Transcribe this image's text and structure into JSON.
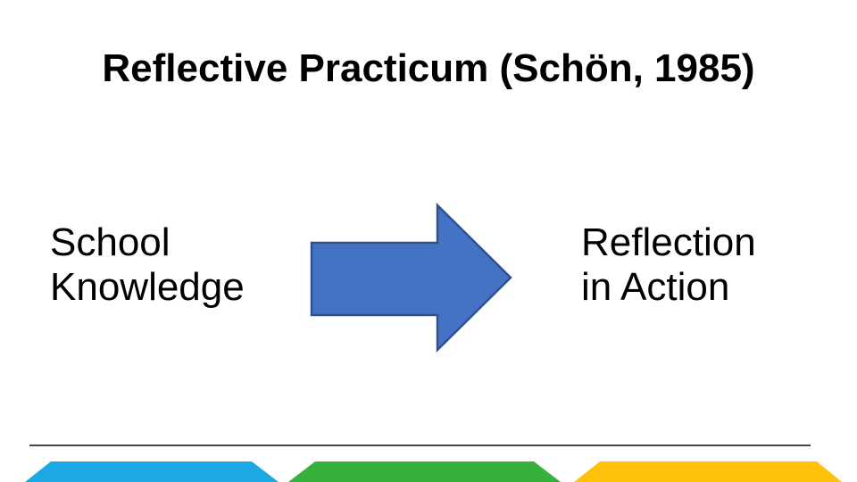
{
  "slide": {
    "title": "Reflective Practicum (Schön, 1985)",
    "flow": {
      "source_label": "School\nKnowledge",
      "target_label": "Reflection\nin Action",
      "arrow_icon": "right-arrow"
    }
  },
  "colors": {
    "background": "#FFFFFF",
    "text": "#000000",
    "arrow_fill": "#4472C4",
    "arrow_stroke": "#2F528F",
    "divider": "#2B2B2B",
    "band_blue": "#1CA8E3",
    "band_green": "#35B13C",
    "band_yellow": "#FFC10A"
  }
}
